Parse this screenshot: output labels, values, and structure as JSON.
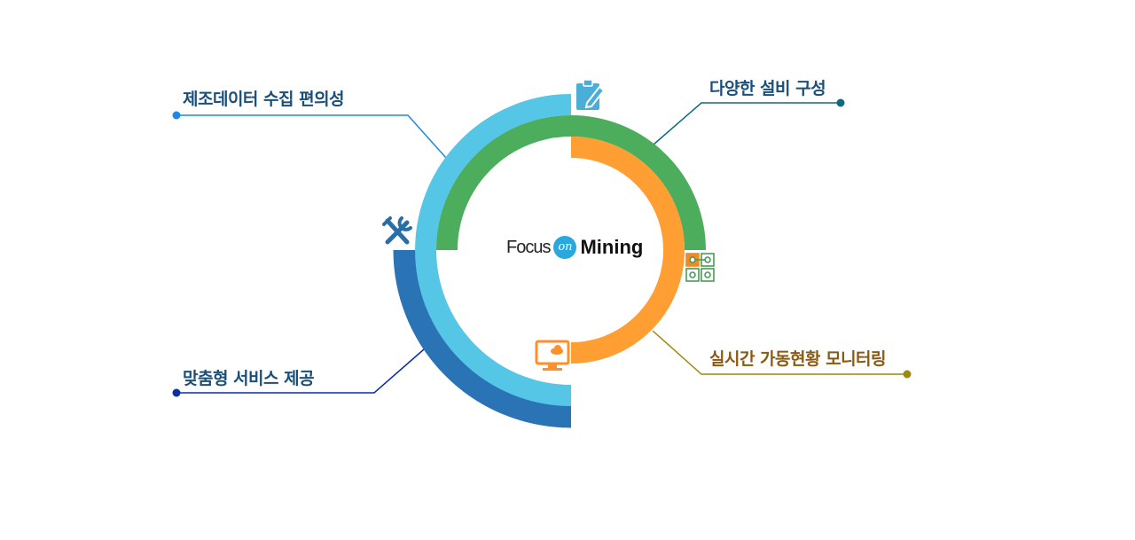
{
  "center": {
    "brand_focus": "Focus",
    "brand_on": "on",
    "brand_mining": "Mining"
  },
  "labels": {
    "top_left": "제조데이터 수집 편의성",
    "top_right": "다양한 설비 구성",
    "bottom_right": "실시간 가동현황 모니터링",
    "bottom_left": "맞춤형 서비스 제공"
  },
  "colors": {
    "dark_blue": "#2a74b6",
    "light_blue": "#55c6e6",
    "green": "#4cae5c",
    "orange": "#ff9f33",
    "label_blue": "#1a4f7a",
    "label_brown": "#8a5a14"
  },
  "icons": [
    "clipboard-edit-icon",
    "tools-icon",
    "network-nodes-icon",
    "monitor-cloud-icon"
  ]
}
